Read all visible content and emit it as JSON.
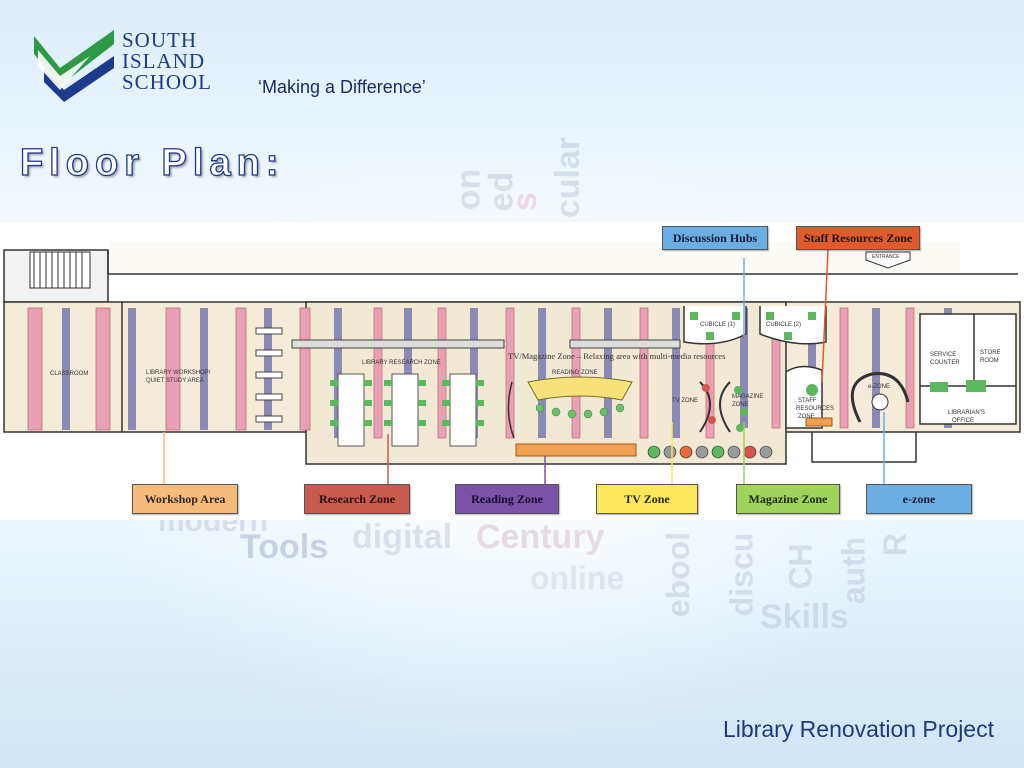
{
  "school": {
    "line1": "SOUTH",
    "line2": "ISLAND",
    "line3": "SCHOOL",
    "motto": "‘Making a Difference’"
  },
  "title": "Floor Plan:",
  "background_words": [
    "on",
    "ed",
    "s",
    "cular",
    "modern",
    "Tools",
    "digital",
    "Century",
    "online",
    "ebool",
    "discu",
    "CH",
    "auth",
    "Skills",
    "R"
  ],
  "plan_labels": {
    "classroom": "CLASSROOM",
    "workshop_1": "LIBRARY WORKSHOP/",
    "workshop_2": "QUIET STUDY AREA",
    "research": "LIBRARY RESEARCH ZONE",
    "tv_magazine": "TV/Magazine Zone – Relaxing area with multi-media resources",
    "reading": "READING ZONE",
    "tv": "TV ZONE",
    "magazine_1": "MAGAZINE",
    "magazine_2": "ZONE",
    "cubicle_1": "CUBICLE (1)",
    "cubicle_2": "CUBICLE (2)",
    "staff_1": "STAFF",
    "staff_2": "RESOURCES",
    "staff_3": "ZONE",
    "ezone": "e-ZONE",
    "service_1": "SERVICE",
    "service_2": "COUNTER",
    "store_1": "STORE",
    "store_2": "ROOM",
    "librarian_1": "LIBRARIAN'S",
    "librarian_2": "OFFICE",
    "entrance": "ENTRANCE"
  },
  "callouts": {
    "discussion_hubs": "Discussion Hubs",
    "staff_resources": "Staff Resources Zone",
    "workshop": "Workshop Area",
    "research": "Research Zone",
    "reading": "Reading Zone",
    "tv": "TV Zone",
    "magazine": "Magazine Zone",
    "ezone": "e-zone"
  },
  "colors": {
    "workshop": "#f6bb7a",
    "research": "#c85a4e",
    "reading": "#7b52a8",
    "tv": "#fbe85a",
    "magazine": "#9ed35c",
    "ezone": "#6aaee4",
    "discussion": "#6aaee4",
    "staff": "#e2592d",
    "logo_green": "#2e9a47",
    "logo_blue": "#1e3a8a"
  },
  "footer": "Library Renovation Project"
}
